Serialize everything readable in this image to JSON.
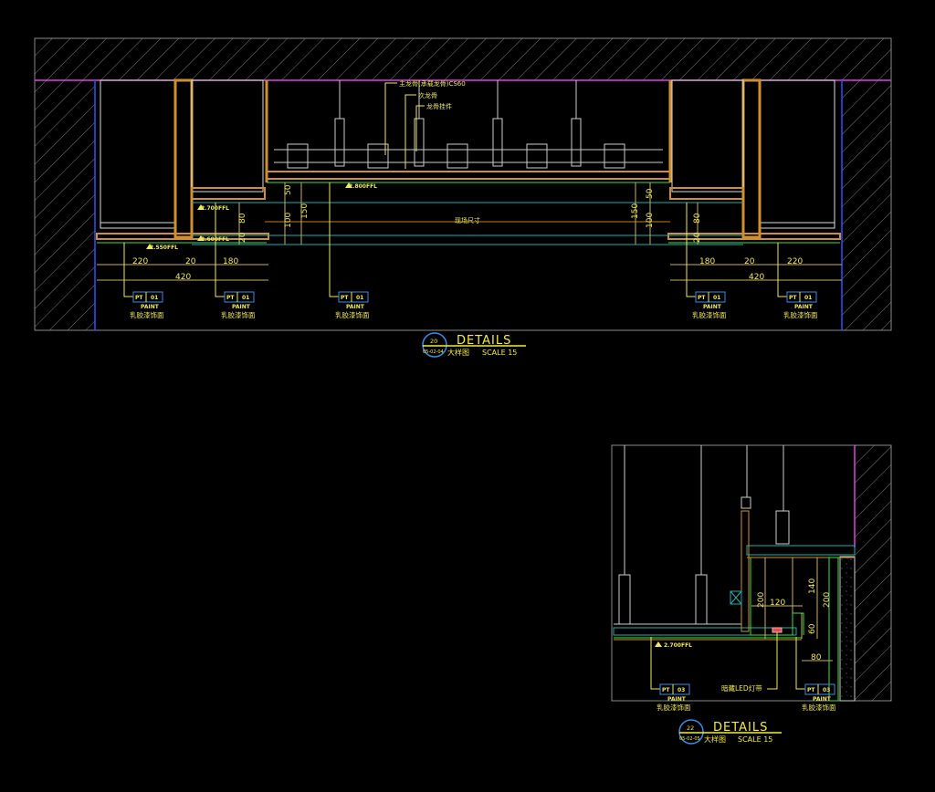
{
  "detail_20": {
    "number": "20",
    "sheet": "05-02-04",
    "title": "DETAILS",
    "subtitle": "大样图",
    "scale": "SCALE 15",
    "annotations": {
      "main_keel": "主龙骨(承载龙骨)CS60",
      "secondary_keel": "次龙骨",
      "keel_hanger": "龙骨挂件",
      "site_dimension": "现场尺寸"
    },
    "level_marks": [
      "2.800FFL",
      "2.700FFL",
      "2.600FFL",
      "2.550FFL"
    ],
    "dimensions_left": {
      "a": "220",
      "b": "20",
      "c": "180",
      "total": "420",
      "v1": "50",
      "v2": "150",
      "v3": "100",
      "v4": "80",
      "v5": "20"
    },
    "dimensions_right": {
      "a": "180",
      "b": "20",
      "c": "220",
      "total": "420",
      "v1": "50",
      "v2": "150",
      "v3": "100",
      "v4": "80",
      "v5": "20"
    },
    "paint_tags": [
      {
        "code": "PT",
        "number": "01",
        "type": "PAINT",
        "desc": "乳胶漆饰面"
      },
      {
        "code": "PT",
        "number": "01",
        "type": "PAINT",
        "desc": "乳胶漆饰面"
      },
      {
        "code": "PT",
        "number": "01",
        "type": "PAINT",
        "desc": "乳胶漆饰面"
      },
      {
        "code": "PT",
        "number": "01",
        "type": "PAINT",
        "desc": "乳胶漆饰面"
      },
      {
        "code": "PT",
        "number": "01",
        "type": "PAINT",
        "desc": "乳胶漆饰面"
      }
    ]
  },
  "detail_22": {
    "number": "22",
    "sheet": "05-02-05",
    "title": "DETAILS",
    "subtitle": "大样图",
    "scale": "SCALE 15",
    "annotations": {
      "led_strip": "暗藏LED灯带"
    },
    "level_mark": "2.700FFL",
    "dimensions": {
      "h1": "200",
      "w1": "120",
      "h2": "140",
      "h3": "200",
      "h4": "60",
      "w2": "80"
    },
    "paint_tags": [
      {
        "code": "PT",
        "number": "03",
        "type": "PAINT",
        "desc": "乳胶漆饰面"
      },
      {
        "code": "PT",
        "number": "03",
        "type": "PAINT",
        "desc": "乳胶漆饰面"
      }
    ]
  },
  "colors": {
    "background": "#000000",
    "dimension": "#f0e860",
    "slab": "#e040e0",
    "wall": "#3050ff",
    "board": "#d09030",
    "finish": "#40e040",
    "cyan": "#20b0b0",
    "tag_box": "#3c8ce0"
  }
}
